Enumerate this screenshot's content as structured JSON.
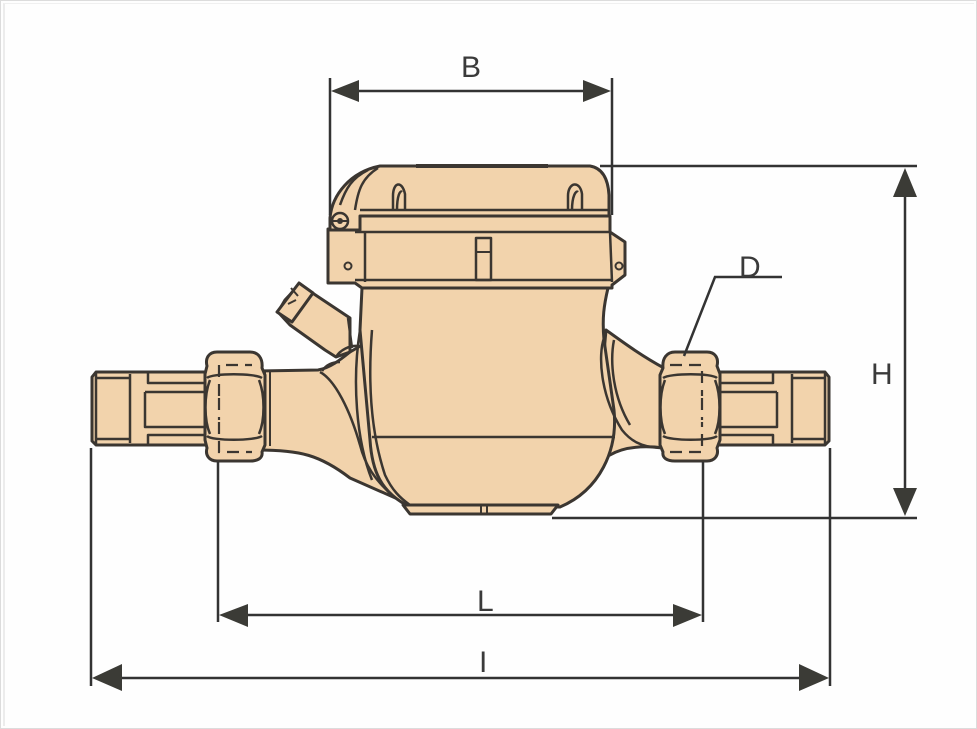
{
  "figure": {
    "subject": "Water meter (multi-jet) dimensional drawing",
    "body_color": "#F2D3AC",
    "line_color": "#3B3631",
    "background": "#FFFFFF",
    "border_color": "#DCDCDC"
  },
  "dimensions": {
    "B": {
      "label": "B",
      "meaning": "register head width"
    },
    "H": {
      "label": "H",
      "meaning": "total height"
    },
    "D": {
      "label": "D",
      "meaning": "connection thread diameter"
    },
    "L": {
      "label": "L",
      "meaning": "length without couplings"
    },
    "I": {
      "label": "I",
      "meaning": "overall length with couplings"
    }
  }
}
